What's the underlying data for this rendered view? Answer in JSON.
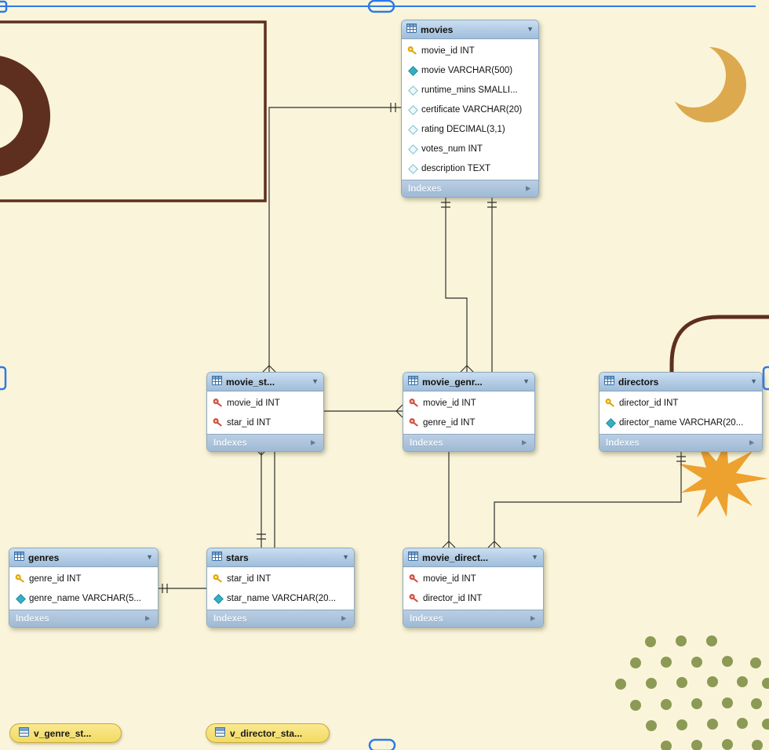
{
  "labels": {
    "indexes": "Indexes"
  },
  "tables": [
    {
      "title": "movies",
      "columns": [
        {
          "icon": "pk",
          "text": "movie_id INT"
        },
        {
          "icon": "notnull",
          "text": "movie VARCHAR(500)"
        },
        {
          "icon": "nullable",
          "text": "runtime_mins SMALLI..."
        },
        {
          "icon": "nullable",
          "text": "certificate VARCHAR(20)"
        },
        {
          "icon": "nullable",
          "text": "rating DECIMAL(3,1)"
        },
        {
          "icon": "nullable",
          "text": "votes_num INT"
        },
        {
          "icon": "nullable",
          "text": "description TEXT"
        }
      ]
    },
    {
      "title": "movie_st...",
      "columns": [
        {
          "icon": "fk",
          "text": "movie_id INT"
        },
        {
          "icon": "fk",
          "text": "star_id INT"
        }
      ]
    },
    {
      "title": "movie_genr...",
      "columns": [
        {
          "icon": "fk",
          "text": "movie_id INT"
        },
        {
          "icon": "fk",
          "text": "genre_id INT"
        }
      ]
    },
    {
      "title": "directors",
      "columns": [
        {
          "icon": "pk",
          "text": "director_id INT"
        },
        {
          "icon": "notnull",
          "text": "director_name VARCHAR(20..."
        }
      ]
    },
    {
      "title": "genres",
      "columns": [
        {
          "icon": "pk",
          "text": "genre_id INT"
        },
        {
          "icon": "notnull",
          "text": "genre_name VARCHAR(5..."
        }
      ]
    },
    {
      "title": "stars",
      "columns": [
        {
          "icon": "pk",
          "text": "star_id INT"
        },
        {
          "icon": "notnull",
          "text": "star_name VARCHAR(20..."
        }
      ]
    },
    {
      "title": "movie_direct...",
      "columns": [
        {
          "icon": "fk",
          "text": "movie_id INT"
        },
        {
          "icon": "fk",
          "text": "director_id INT"
        }
      ]
    }
  ],
  "views": [
    {
      "title": "v_genre_st..."
    },
    {
      "title": "v_director_sta..."
    }
  ],
  "relationships": [
    {
      "from": "movies",
      "to": "movie_st...",
      "cardinality": "1:n"
    },
    {
      "from": "movies",
      "to": "movie_genr...",
      "cardinality": "1:n"
    },
    {
      "from": "movies",
      "to": "movie_direct...",
      "cardinality": "1:n"
    },
    {
      "from": "directors",
      "to": "movie_direct...",
      "cardinality": "1:n"
    },
    {
      "from": "stars",
      "to": "movie_st...",
      "cardinality": "1:n"
    },
    {
      "from": "genres",
      "to": "movie_genr...",
      "cardinality": "1:n"
    }
  ],
  "colors": {
    "canvas": "#FAF5DA",
    "selection_blue": "#2E79E8",
    "table_header": "#AFCBE4",
    "indexes_bar": "#A9C2DA",
    "pk_icon": "#DFA400",
    "fk_icon": "#CE4B3D",
    "notnull_icon": "#35AFC2",
    "view_pill": "#F6E07A",
    "decor_brown": "#5E2F1F",
    "decor_gold": "#DCA94F",
    "decor_orange": "#EDA12F",
    "decor_olive": "#8C9A55"
  }
}
